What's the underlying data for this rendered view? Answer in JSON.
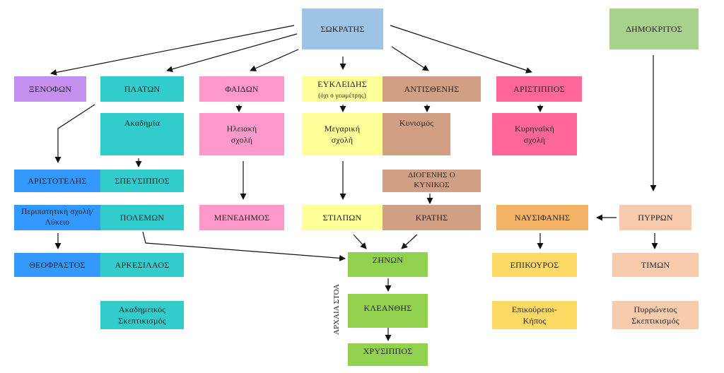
{
  "nodes": {
    "socrates": "ΣΩΚΡΑΤΗΣ",
    "democritus": "ΔΗΜΟΚΡΙΤΟΣ",
    "xenophon": "ΞΕΝΟΦΩΝ",
    "platon": "ΠΛΑΤΩΝ",
    "phaedon": "ΦΑΙΔΩΝ",
    "euclid": "ΕΥΚΛΕΙΔΗΣ",
    "euclid_note": "(όχι ο γεωμέτρης)",
    "antisthenes": "ΑΝΤΙΣΘΕΝΗΣ",
    "aristippus": "ΑΡΙΣΤΙΠΠΟΣ",
    "academy": "Ακαδημία",
    "elian": "Ηλειακή σχολή",
    "megarian": "Μεγαρική σχολή",
    "cynicism": "Κυνισμός",
    "cyrenaic": "Κυρηναϊκή σχολή",
    "aristotle": "ΑΡΙΣΤΟΤΕΛΗΣ",
    "speusippus": "ΣΠΕΥΣΙΠΠΟΣ",
    "diogenes": "ΔΙΟΓΕΝΗΣ Ο ΚΥΝΙΚΟΣ",
    "peripatetic": "Περιπατητική σχολή/Λύκειο",
    "polemon": "ΠΟΛΕΜΩΝ",
    "menedemus": "ΜΕΝΕΔΗΜΟΣ",
    "stilpon": "ΣΤΙΛΠΩΝ",
    "crates": "ΚΡΑΤΗΣ",
    "nausiphanes": "ΝΑΥΣΙΦΑΝΗΣ",
    "pyrrhon": "ΠΥΡΡΩΝ",
    "theophrastus": "ΘΕΟΦΡΑΣΤΟΣ",
    "arcesilaus": "ΑΡΚΕΣΙΛΑΟΣ",
    "zenon": "ΖΗΝΩΝ",
    "epicurus": "ΕΠΙΚΟΥΡΟΣ",
    "timon": "ΤΙΜΩΝ",
    "cleanthes": "ΚΛΕΑΝΘΗΣ",
    "academic_skepticism": "Ακαδημεικός Σκεπτικισμός",
    "epicurean_garden": "Επικούρειοι-Κήπος",
    "pyrrhonian_skepticism": "Πυρρώνειος Σκεπτικισμός",
    "chrysippus": "ΧΡΥΣΙΠΠΟΣ"
  },
  "labels": {
    "ancient_stoa": "ΑΡΧΑΙΑ ΣΤΟΑ"
  },
  "colors": {
    "blue_light": "#9dc3e6",
    "green_light": "#a9d18e",
    "lilac": "#c58ff0",
    "teal": "#33cccc",
    "pink": "#ff99cc",
    "yellow": "#ffff99",
    "tan": "#d09f84",
    "rose": "#ff6699",
    "blue": "#3399ff",
    "orange": "#f4b266",
    "peach": "#f8cbad",
    "green": "#92d050",
    "gold": "#ffd966"
  }
}
